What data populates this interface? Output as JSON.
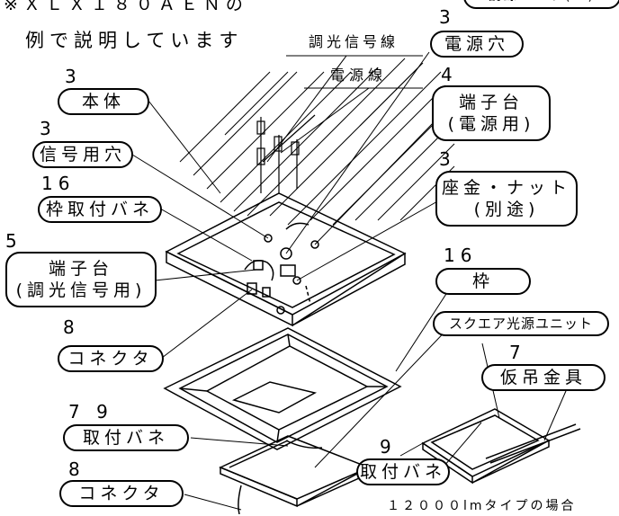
{
  "note": {
    "line1": "※ＸＬＸ１８０ＡＥＮの",
    "line2": "例で説明しています"
  },
  "top_right_partial": "誘線コ－ド(…)",
  "wire_labels": {
    "dimming_signal_wire": "調光信号線",
    "power_wire": "電源線"
  },
  "callouts": {
    "power_hole": {
      "step": "3",
      "label": "電源穴"
    },
    "body": {
      "step": "3",
      "label": "本体"
    },
    "terminal_power": {
      "step": "4",
      "line1": "端子台",
      "line2": "(電源用)"
    },
    "signal_hole": {
      "step": "3",
      "label": "信号用穴"
    },
    "washer_nut": {
      "step": "3",
      "line1": "座金・ナット",
      "line2": "(別途)"
    },
    "frame_spring": {
      "step": "16",
      "label": "枠取付バネ"
    },
    "terminal_signal": {
      "step": "5",
      "line1": "端子台",
      "line2": "(調光信号用)"
    },
    "frame": {
      "step": "16",
      "label": "枠"
    },
    "connector_upper": {
      "step": "8",
      "label": "コネクタ"
    },
    "square_unit": {
      "label": "スクエア光源ユニット"
    },
    "temp_bracket": {
      "step": "7",
      "label": "仮吊金具"
    },
    "mount_spring_left": {
      "step": "7 9",
      "label": "取付バネ"
    },
    "mount_spring_right": {
      "step": "9",
      "label": "取付バネ"
    },
    "connector_lower": {
      "step": "8",
      "label": "コネクタ"
    }
  },
  "footer_note": "１２０００lmタイプの場合"
}
